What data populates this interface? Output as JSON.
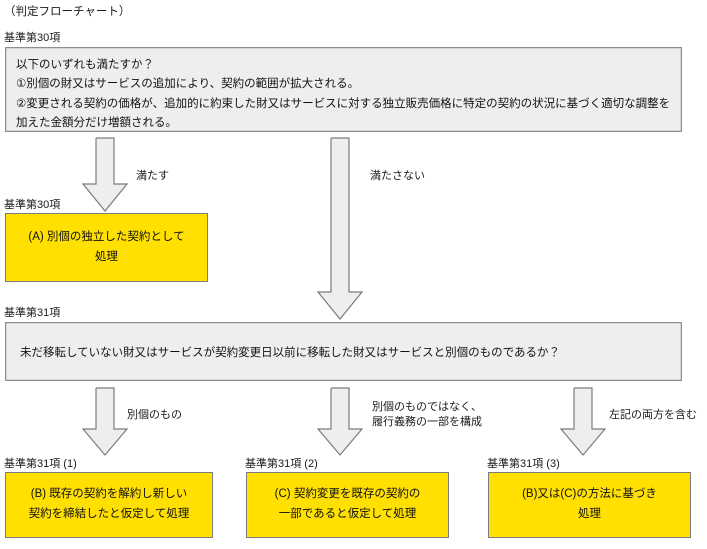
{
  "page": {
    "title": "（判定フローチャート）"
  },
  "nodes": {
    "q1": {
      "caption": "基準第30項",
      "text": "以下のいずれも満たすか？\n①別個の財又はサービスの追加により、契約の範囲が拡大される。\n②変更される契約の価格が、追加的に約束した財又はサービスに対する独立販売価格に特定の契約の状況に基づく適切な調整を加えた金額分だけ増額される。"
    },
    "outcomeA": {
      "caption": "基準第30項",
      "text": "(A) 別個の独立した契約として\n処理"
    },
    "q2": {
      "caption": "基準第31項",
      "text": "未だ移転していない財又はサービスが契約変更日以前に移転した財又はサービスと別個のものであるか？"
    },
    "outcomeB": {
      "caption": "基準第31項 (1)",
      "text": "(B) 既存の契約を解約し新しい\n契約を締結したと仮定して処理"
    },
    "outcomeC": {
      "caption": "基準第31項 (2)",
      "text": "(C) 契約変更を既存の契約の\n一部であると仮定して処理"
    },
    "outcomeBC": {
      "caption": "基準第31項 (3)",
      "text": "(B)又は(C)の方法に基づき\n処理"
    }
  },
  "edges": {
    "yes": {
      "label": "満たす"
    },
    "no": {
      "label": "満たさない"
    },
    "distinct": {
      "label": "別個のもの"
    },
    "not_distinct": {
      "label": "別個のものではなく、\n履行義務の一部を構成"
    },
    "both": {
      "label": "左記の両方を含む"
    }
  },
  "colors": {
    "question_fill": "#efeeee",
    "question_border": "#8e8e90",
    "outcome_fill": "#ffe000",
    "outcome_border": "#7b7b84",
    "arrow_fill": "#eeeeee",
    "arrow_border": "#7c7c7c",
    "text": "#111111"
  }
}
